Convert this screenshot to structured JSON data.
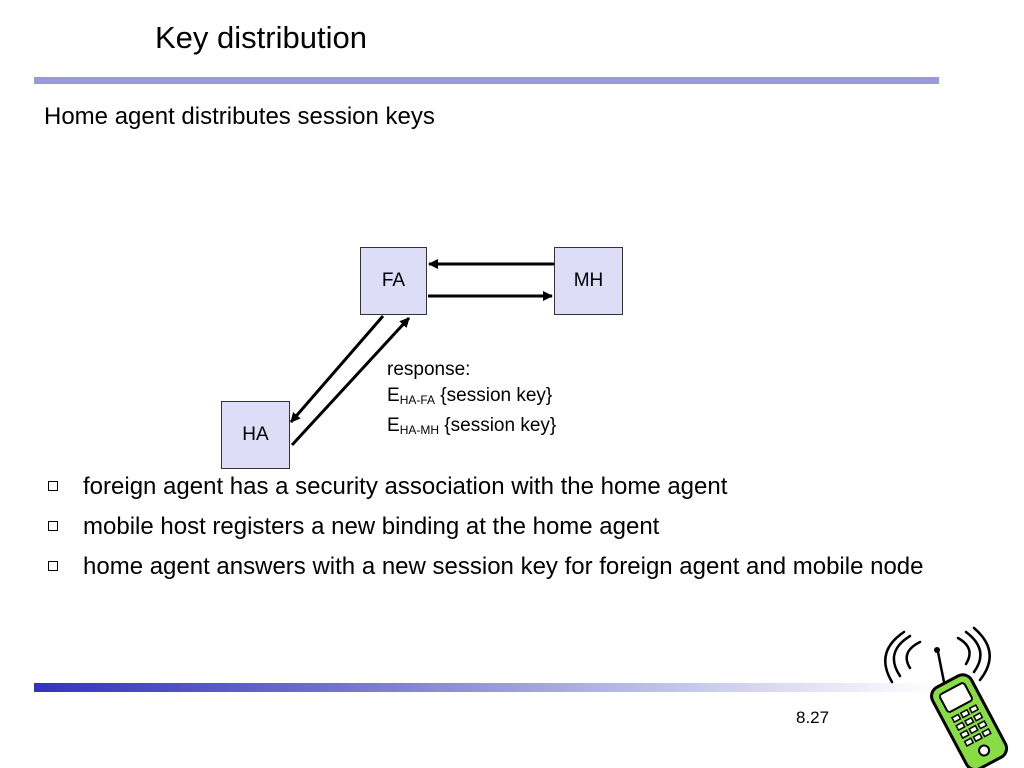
{
  "slide": {
    "title": "Key distribution",
    "subtitle": "Home agent distributes session keys",
    "page_number": "8.27"
  },
  "diagram": {
    "nodes": {
      "fa": "FA",
      "mh": "MH",
      "ha": "HA"
    },
    "response": {
      "label": "response:",
      "line1_base": "E",
      "line1_sub": "HA-FA",
      "line1_text": " {session key}",
      "line2_base": "E",
      "line2_sub": "HA-MH",
      "line2_text": " {session key}"
    }
  },
  "bullets": [
    "foreign agent has a security association with the home agent",
    "mobile host registers a new binding at the home agent",
    "home agent answers with a new session key for foreign agent and mobile node"
  ],
  "icons": {
    "decoration": "mobile-phone-icon"
  },
  "colors": {
    "node_fill": "#ddddf7",
    "rule_top": "#9999dd",
    "rule_bottom_start": "#3333bb",
    "phone_body": "#88dd44"
  }
}
